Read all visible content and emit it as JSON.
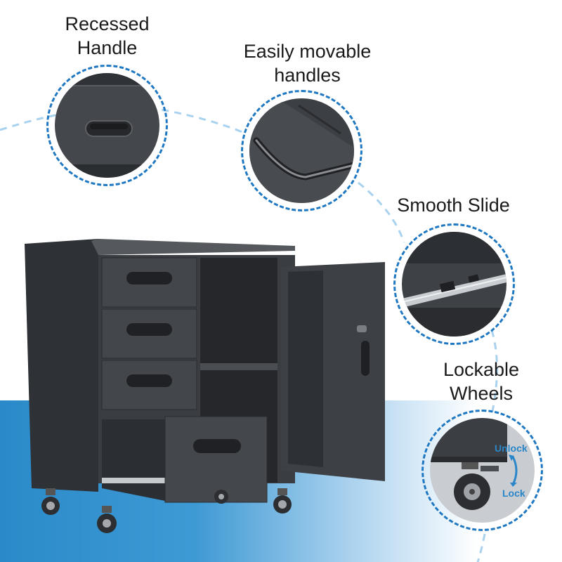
{
  "labels": {
    "recessed_handle": "Recessed\nHandle",
    "movable_handles": "Easily movable\nhandles",
    "smooth_slide": "Smooth Slide",
    "lockable_wheels": "Lockable\nWheels"
  },
  "wheel_callout": {
    "unlock": "Unlock",
    "lock": "Lock"
  },
  "colors": {
    "accent": "#1f78c1",
    "cabinet": "#3a3d42",
    "background_band": "#2a8ac9"
  }
}
